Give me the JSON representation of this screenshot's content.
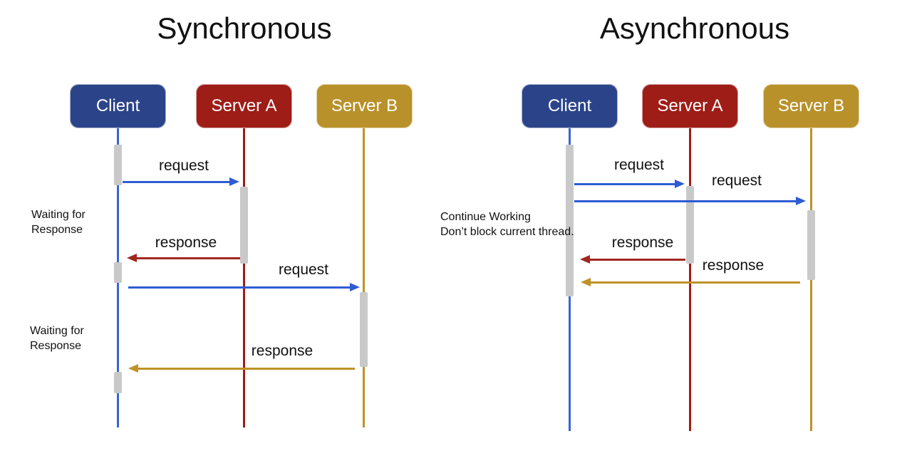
{
  "colors": {
    "client": "#2b4489",
    "serverA": "#9e1d17",
    "serverB": "#b8912a",
    "lineBlue": "#3765d8",
    "lineRed": "#9e1d17",
    "lineGold": "#bf9226",
    "arrowBlue": "#2e5cd4",
    "arrowRed": "#a1281f",
    "arrowGold": "#bf9226",
    "activation": "#c9c9c9"
  },
  "sync": {
    "title": "Synchronous",
    "actors": [
      "Client",
      "Server A",
      "Server B"
    ],
    "labels": {
      "req1": "request",
      "resp1": "response",
      "req2": "request",
      "resp2": "response"
    },
    "notes": [
      {
        "line1": "Waiting for",
        "line2": "Response"
      },
      {
        "line1": "Waiting for",
        "line2": "Response"
      }
    ]
  },
  "async": {
    "title": "Asynchronous",
    "actors": [
      "Client",
      "Server A",
      "Server B"
    ],
    "labels": {
      "req1": "request",
      "req2": "request",
      "resp1": "response",
      "resp2": "response"
    },
    "note": {
      "line1": "Continue Working",
      "line2": "Don’t block current thread."
    }
  }
}
